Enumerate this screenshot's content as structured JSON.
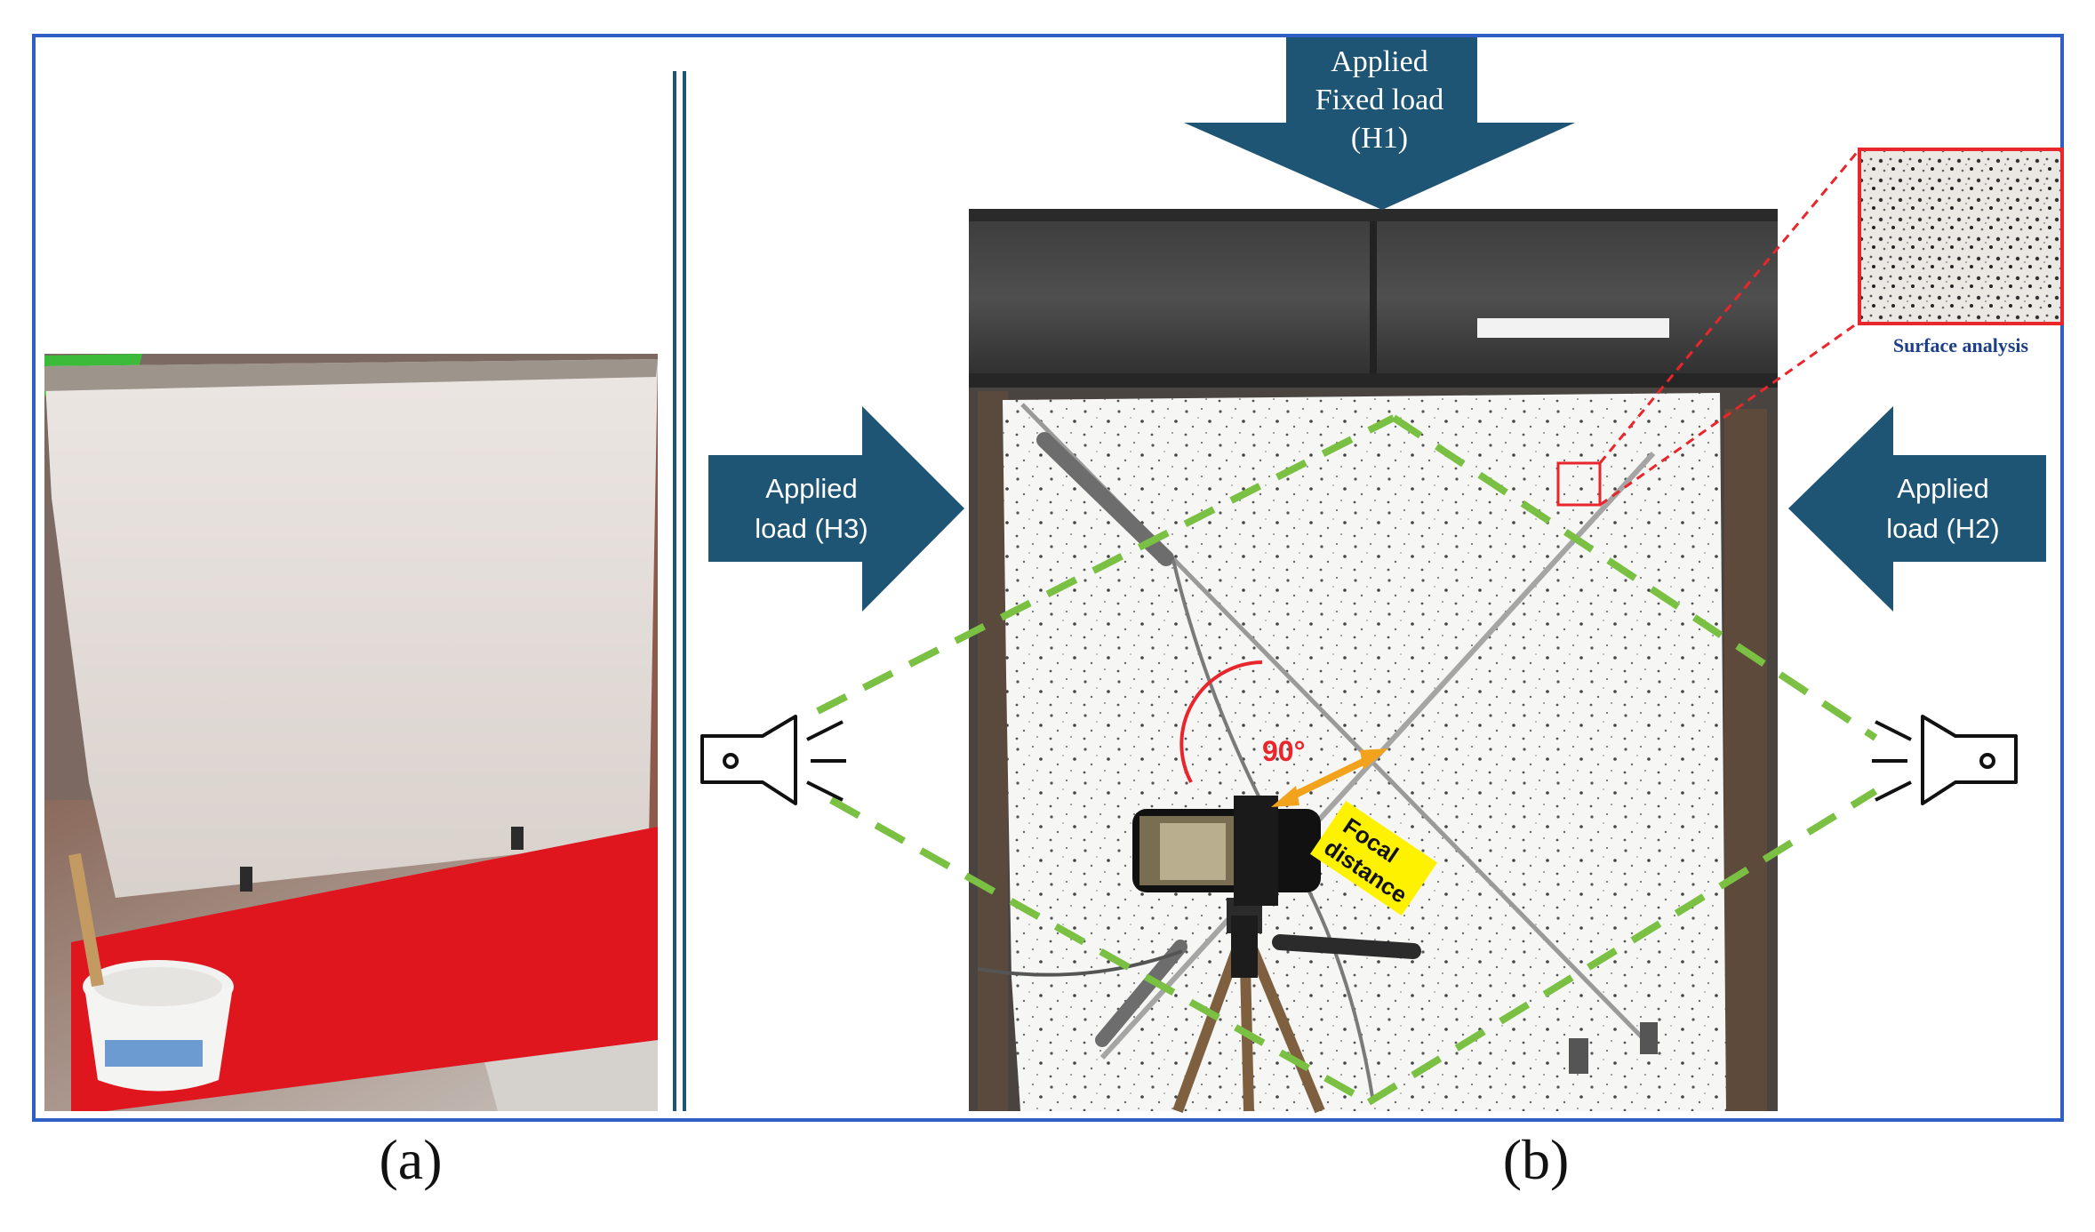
{
  "panel_a": {
    "caption": "(a)"
  },
  "panel_b": {
    "caption": "(b)",
    "top_load": {
      "line1": "Applied",
      "line2": "Fixed load",
      "line3": "(H1)"
    },
    "left_load": {
      "line1": "Applied",
      "line2": "load (H3)"
    },
    "right_load": {
      "line1": "Applied",
      "line2": "load (H2)"
    },
    "angle_label": "90°",
    "focal_label": {
      "line1": "Focal",
      "line2": "distance"
    },
    "inset_label": "Surface analysis"
  },
  "colors": {
    "frame_border": "#2f5fc4",
    "arrow_fill": "#1f5574",
    "dashed_line": "#7ac043",
    "highlight": "#e8262b",
    "focal_arrow": "#f2a31b",
    "focal_label_bg": "#fff200",
    "red_board": "#e0161f",
    "divider": "#1f5574"
  },
  "icons": [
    "lamp-left-icon",
    "lamp-right-icon",
    "camera-phone",
    "tripod"
  ]
}
